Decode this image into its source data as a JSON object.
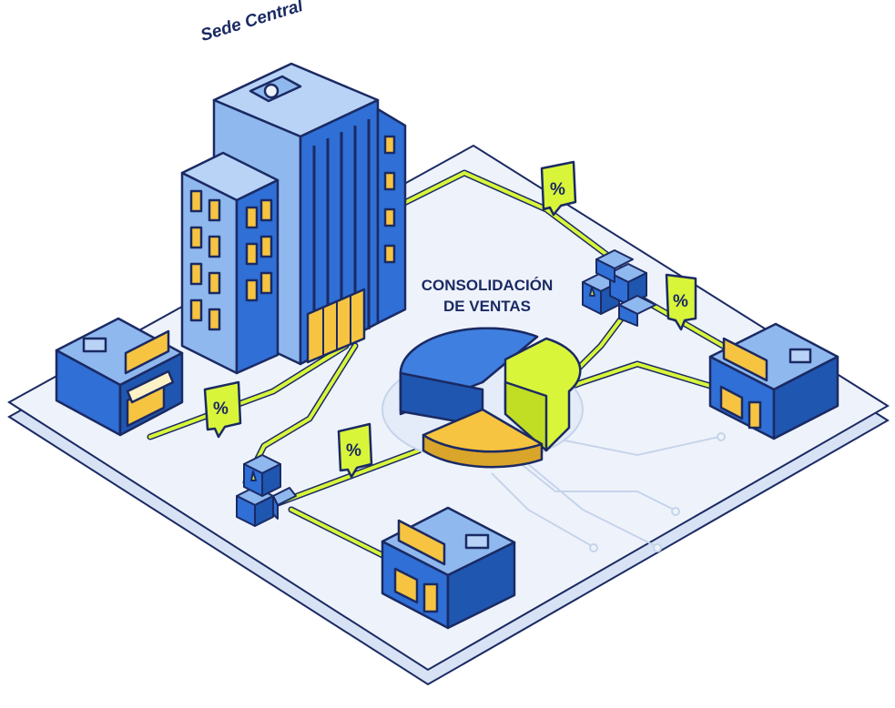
{
  "headquarters": {
    "label": "Sede Central"
  },
  "center": {
    "title_line1": "CONSOLIDACIÓN",
    "title_line2": "DE VENTAS"
  },
  "discount_badges": [
    {
      "symbol": "%"
    },
    {
      "symbol": "%"
    },
    {
      "symbol": "%"
    },
    {
      "symbol": "%"
    }
  ],
  "colors": {
    "primary_blue": "#2f6fd6",
    "dark_outline": "#1b2a63",
    "light_blue": "#8fb8ee",
    "accent_yellow_green": "#d9f53a",
    "accent_yellow": "#f6c440",
    "platform": "#eef3fb"
  }
}
